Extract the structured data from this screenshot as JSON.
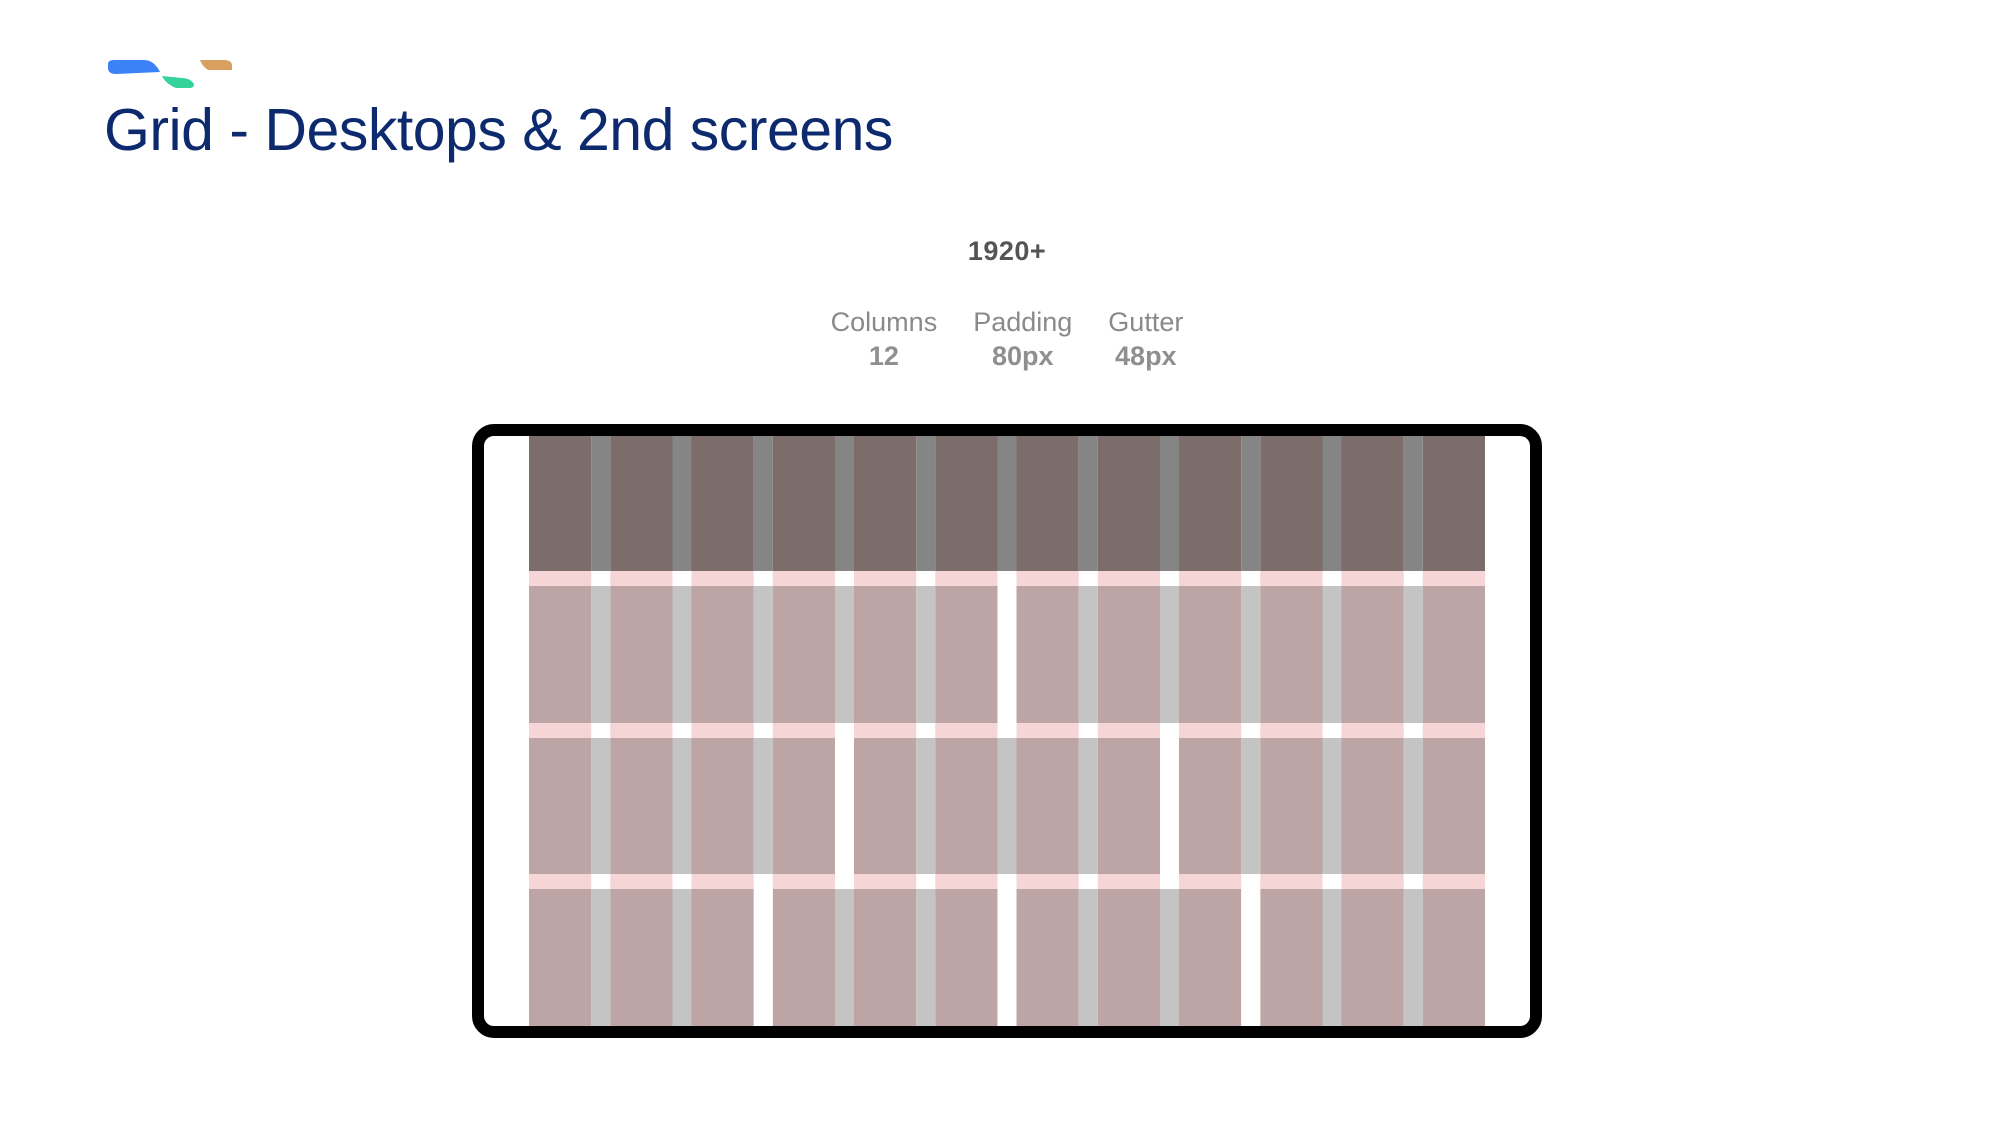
{
  "logo": {
    "name": "brand-logo",
    "colors": [
      "#3b82f6",
      "#34d399",
      "#d9a060"
    ]
  },
  "title": "Grid - Desktops & 2nd screens",
  "breakpoint": "1920+",
  "specs": [
    {
      "label": "Columns",
      "value": "12"
    },
    {
      "label": "Padding",
      "value": "80px"
    },
    {
      "label": "Gutter",
      "value": "48px"
    }
  ],
  "grid": {
    "columns": 12,
    "rows": [
      {
        "type": "header",
        "spans": [
          12
        ]
      },
      {
        "type": "content",
        "spans": [
          6,
          6
        ]
      },
      {
        "type": "content",
        "spans": [
          4,
          4,
          4
        ]
      },
      {
        "type": "content",
        "spans": [
          3,
          3,
          3,
          3
        ]
      }
    ],
    "colors": {
      "header": "#7c6d6b",
      "header_gutter": "#858585",
      "block": "#bca5a4",
      "gutter": "#c4c4c4",
      "row_gap": "#f5d5d5",
      "frame": "#000000"
    }
  }
}
